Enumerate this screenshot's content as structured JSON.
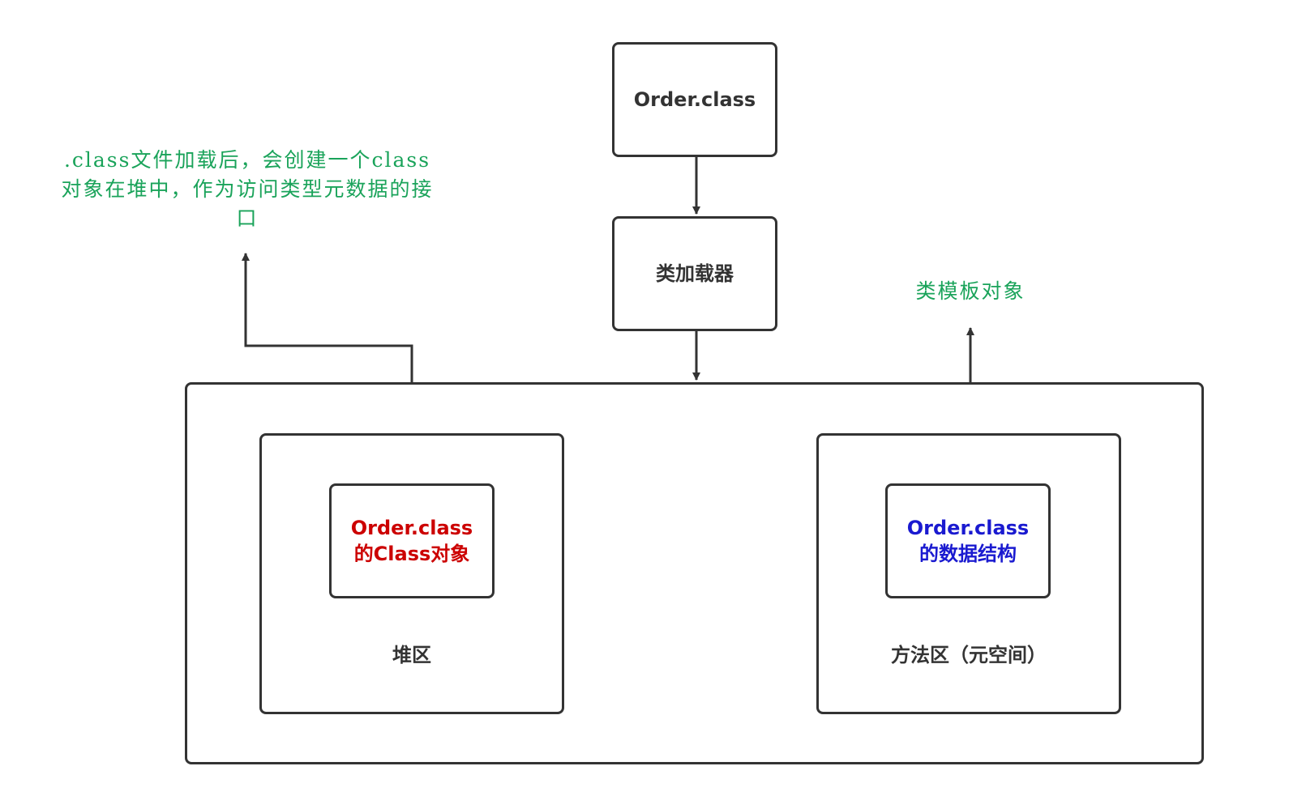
{
  "colors": {
    "stroke": "#333333",
    "note_green": "#1aa35a",
    "heap_object_red": "#cc0000",
    "method_struct_blue": "#1a1ad0"
  },
  "nodes": {
    "order_class_file": "Order.class",
    "class_loader": "类加载器",
    "heap_object": {
      "line1": "Order.class",
      "line2": "的Class对象"
    },
    "method_struct": {
      "line1": "Order.class",
      "line2": "的数据结构"
    },
    "heap_area": "堆区",
    "method_area": "方法区（元空间）"
  },
  "notes": {
    "class_object_note": {
      "line1": ".class文件加载后，会创建一个class",
      "line2": "对象在堆中，作为访问类型元数据的接",
      "line3": "口"
    },
    "template_note": "类模板对象"
  }
}
